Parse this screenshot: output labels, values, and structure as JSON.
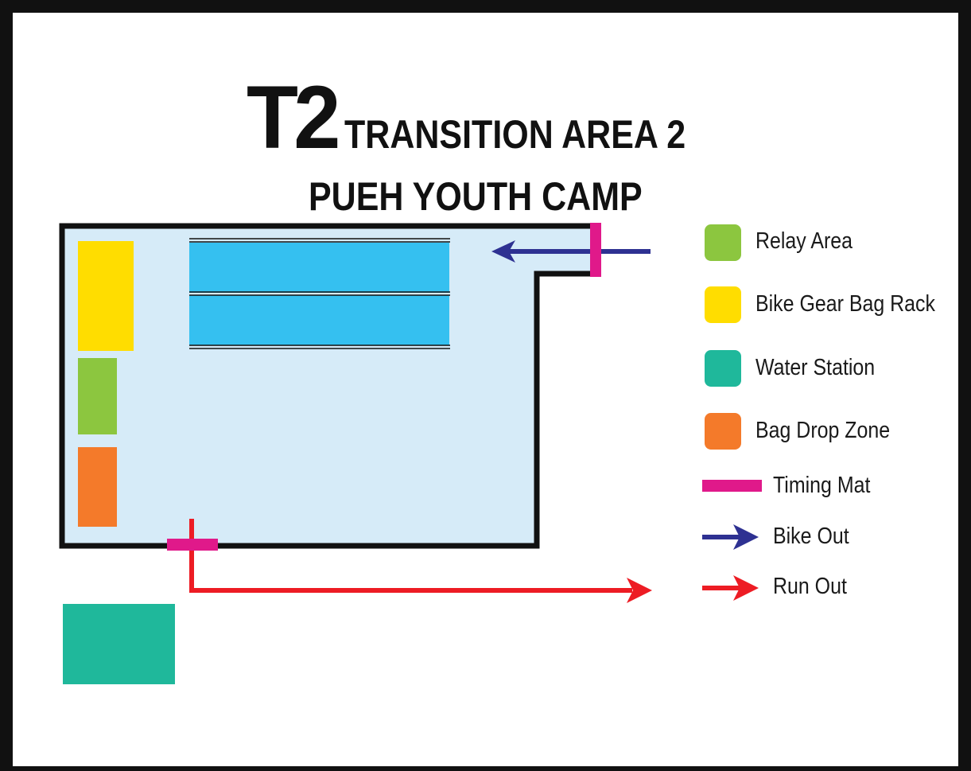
{
  "title": {
    "code": "T2",
    "name": "TRANSITION AREA 2",
    "venue": "PUEH YOUTH CAMP"
  },
  "colors": {
    "relay_area": "#8cc63f",
    "bike_gear_bag_rack": "#ffdd00",
    "water_station": "#1fb89b",
    "bag_drop_zone": "#f47a2a",
    "timing_mat": "#e0198a",
    "bike_out": "#2e3192",
    "run_out": "#ed1c24",
    "transition_floor": "#d6ebf8",
    "bike_racks": "#35c0f0"
  },
  "legend": [
    {
      "key": "relay_area",
      "label": "Relay Area",
      "symbol": "square"
    },
    {
      "key": "bike_gear_bag_rack",
      "label": "Bike Gear Bag Rack",
      "symbol": "square"
    },
    {
      "key": "water_station",
      "label": "Water Station",
      "symbol": "square"
    },
    {
      "key": "bag_drop_zone",
      "label": "Bag Drop Zone",
      "symbol": "square"
    },
    {
      "key": "timing_mat",
      "label": "Timing Mat",
      "symbol": "bar"
    },
    {
      "key": "bike_out",
      "label": "Bike Out",
      "symbol": "arrow"
    },
    {
      "key": "run_out",
      "label": "Run Out",
      "symbol": "arrow"
    }
  ]
}
